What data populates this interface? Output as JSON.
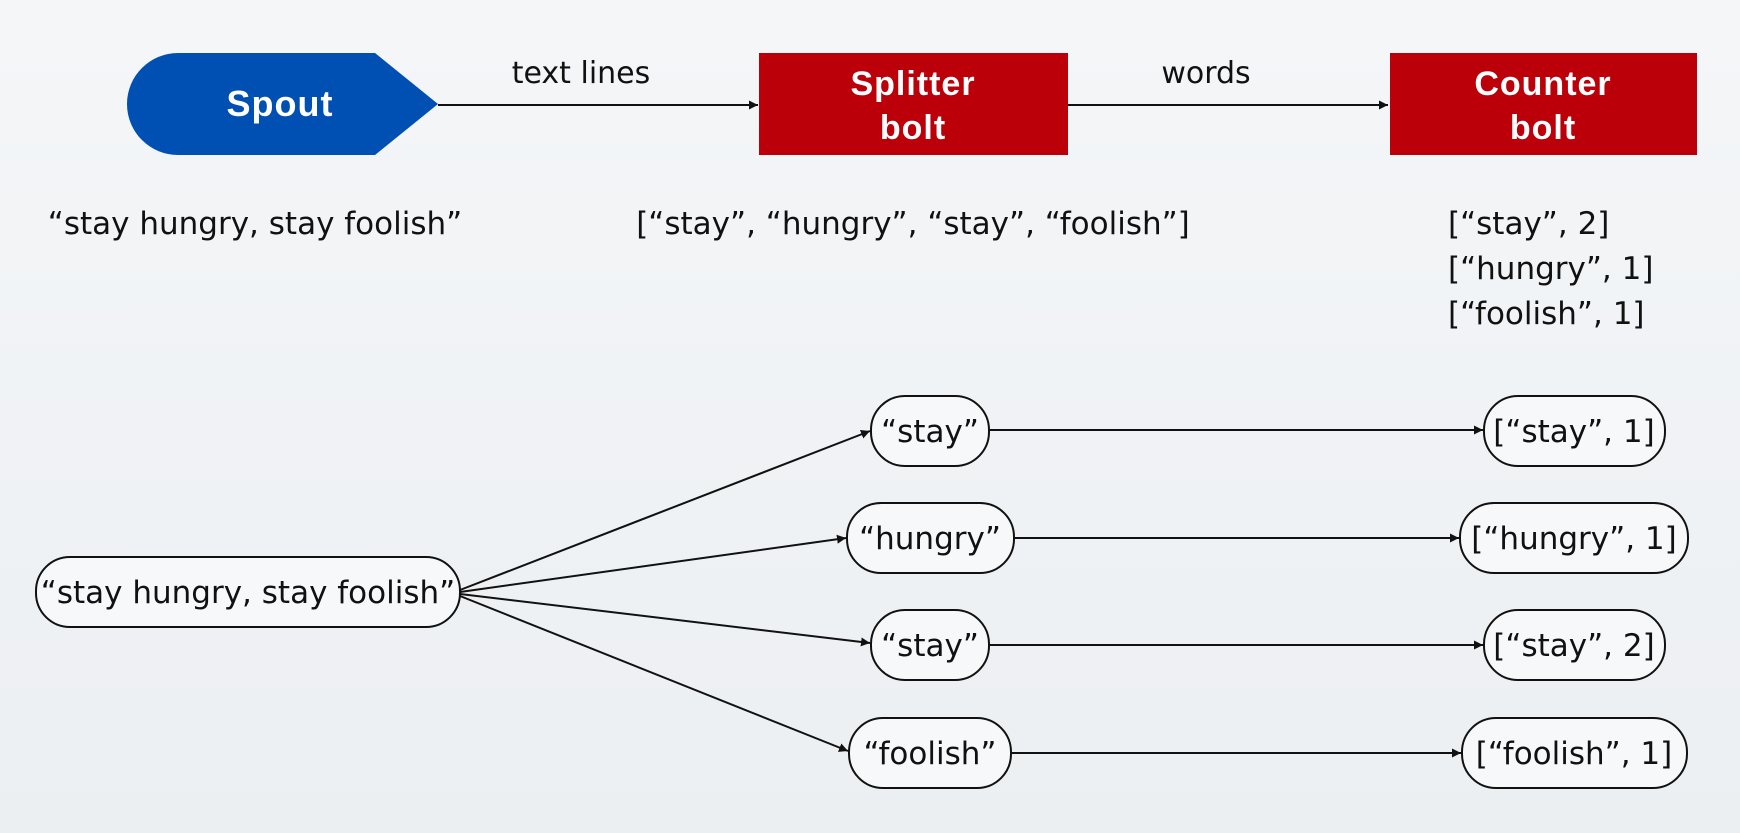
{
  "pipeline": {
    "spout_label": "Spout",
    "splitter_line1": "Splitter",
    "splitter_line2": "bolt",
    "counter_line1": "Counter",
    "counter_line2": "bolt",
    "edge1_label": "text lines",
    "edge2_label": "words",
    "colors": {
      "spout": "#0050b4",
      "bolt": "#bb0009"
    }
  },
  "samples": {
    "spout_output": "“stay hungry, stay foolish”",
    "splitter_output": "[“stay”, “hungry”, “stay”, “foolish”]",
    "counter_output": [
      "[“stay”, 2]",
      "[“hungry”, 1]",
      "[“foolish”, 1]"
    ]
  },
  "flow": {
    "source": "“stay hungry, stay foolish”",
    "words": [
      "“stay”",
      "“hungry”",
      "“stay”",
      "“foolish”"
    ],
    "counts": [
      "[“stay”, 1]",
      "[“hungry”, 1]",
      "[“stay”, 2]",
      "[“foolish”, 1]"
    ]
  }
}
